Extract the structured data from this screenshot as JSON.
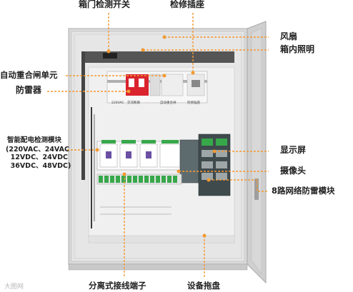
{
  "callouts": {
    "door_switch": "箱门检测开关",
    "service_socket": "检修插座",
    "fan": "风扇",
    "internal_light": "箱内照明",
    "auto_reclose": "自动重合闸单元",
    "surge_protector": "防雷器",
    "smart_monitor": "智能配电检测模块",
    "smart_monitor_spec": "(220VAC、24VAC\n  12VDC、24VDC\n  36VDC、48VDC)",
    "display": "显示屏",
    "camera": "摄像头",
    "network_surge": "8路网络防雷模块",
    "terminal_block": "分离式接线端子",
    "tray": "设备拖盘"
  },
  "rail_labels": [
    "220VAC",
    "交流断路",
    "自动重合闸",
    "检修插座"
  ],
  "watermark": "大图网",
  "colors": {
    "callout_line": "#f39a33",
    "cabinet": "#dcdcdc",
    "panel": "#eeeeee",
    "surge_red": "#d9232d",
    "terminal_green": "#37a84a"
  }
}
